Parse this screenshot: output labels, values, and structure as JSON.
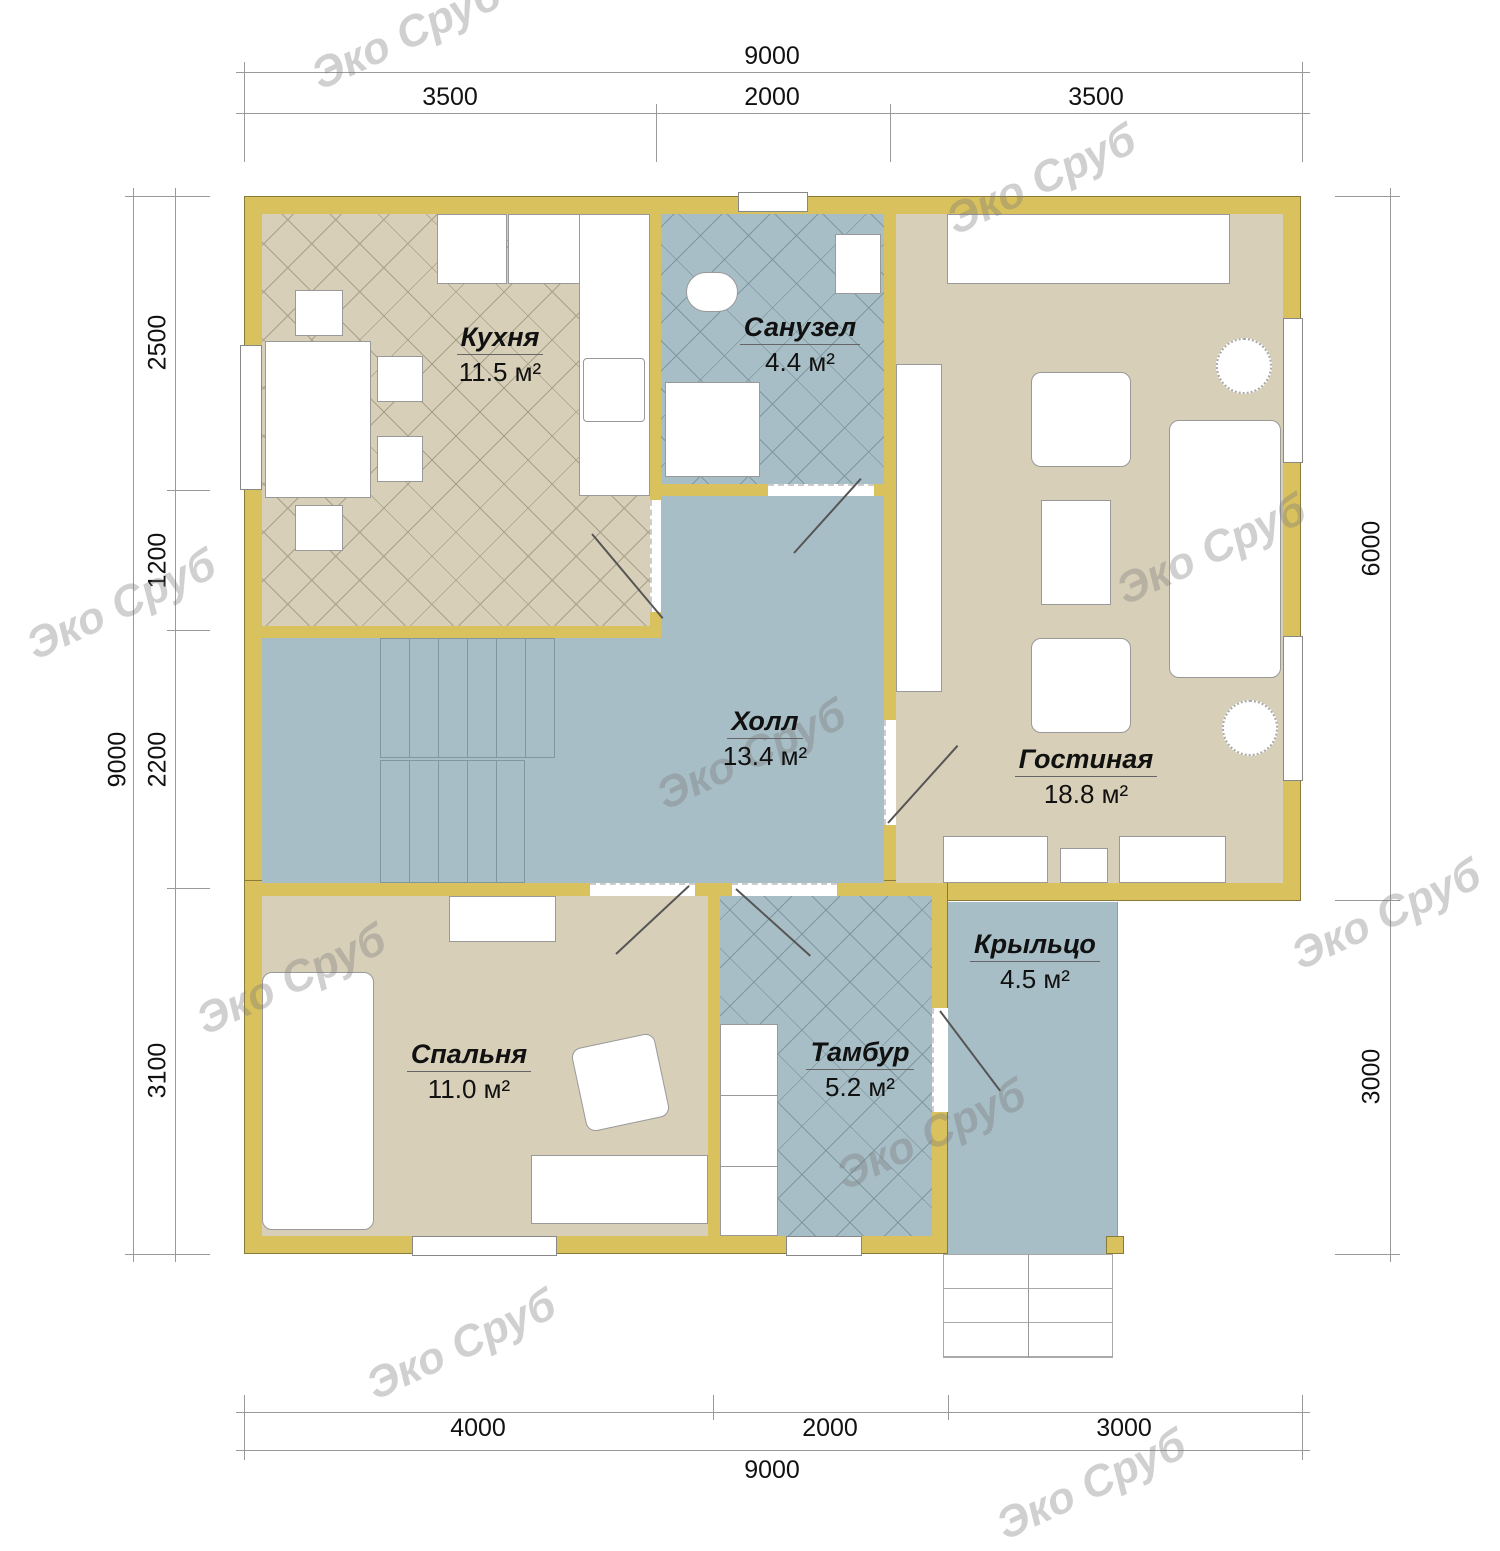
{
  "dimensions": {
    "top_total": "9000",
    "top_segments": [
      "3500",
      "2000",
      "3500"
    ],
    "bottom_total": "9000",
    "bottom_segments": [
      "4000",
      "2000",
      "3000"
    ],
    "left_total": "9000",
    "left_segments": [
      "2500",
      "1200",
      "2200",
      "3100"
    ],
    "right_segments": [
      "6000",
      "3000"
    ]
  },
  "rooms": {
    "kitchen": {
      "name": "Кухня",
      "area": "11.5 м²"
    },
    "bathroom": {
      "name": "Санузел",
      "area": "4.4 м²"
    },
    "living": {
      "name": "Гостиная",
      "area": "18.8 м²"
    },
    "hall": {
      "name": "Холл",
      "area": "13.4 м²"
    },
    "bedroom": {
      "name": "Спальня",
      "area": "11.0 м²"
    },
    "vestibule": {
      "name": "Тамбур",
      "area": "5.2 м²"
    },
    "porch": {
      "name": "Крыльцо",
      "area": "4.5 м²"
    }
  },
  "watermark": "Эко Сруб",
  "colors": {
    "wall": "#d9c25e",
    "beige_floor": "#d8cfb8",
    "blue_floor": "#a8bec6"
  }
}
